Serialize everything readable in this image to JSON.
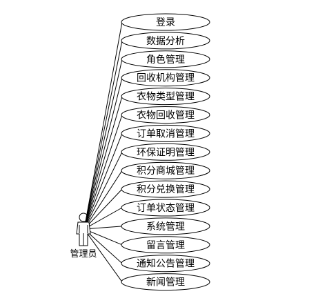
{
  "actor": {
    "label": "管理员"
  },
  "use_cases": [
    "登录",
    "数据分析",
    "角色管理",
    "回收机构管理",
    "衣物类型管理",
    "衣物回收管理",
    "订单取消管理",
    "环保证明管理",
    "积分商城管理",
    "积分兑换管理",
    "订单状态管理",
    "系统管理",
    "留言管理",
    "通知公告管理",
    "新闻管理"
  ]
}
